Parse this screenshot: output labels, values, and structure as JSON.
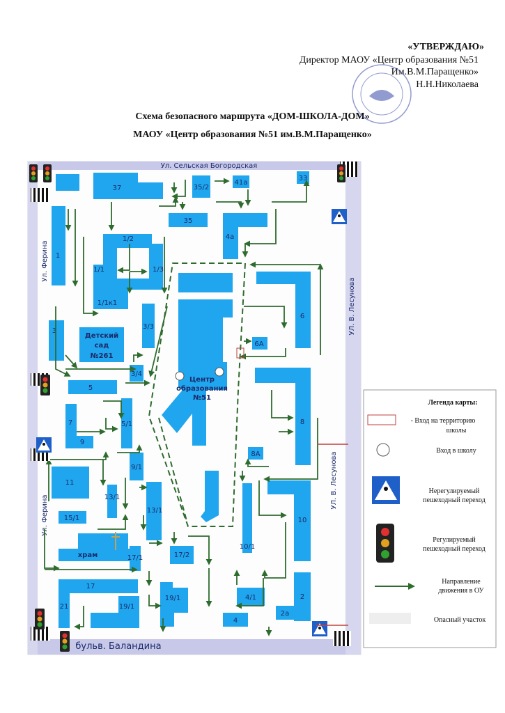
{
  "header": {
    "approve": "«УТВЕРЖДАЮ»",
    "director": "Директор МАОУ «Центр образования №51",
    "name_line": "Им.В.М.Паращенко»",
    "signer": "Н.Н.Николаева"
  },
  "title": {
    "line1": "Схема безопасного маршрута «ДОМ-ШКОЛА-ДОМ»",
    "line2": "МАОУ «Центр образования №51 им.В.М.Паращенко»"
  },
  "streets": {
    "top": "Ул. Сельская Богородская",
    "left_upper": "Ул. Ферина",
    "left_lower": "Ул. Ферина",
    "right_upper": "УЛ. В. Лесунова",
    "right_lower": "УЛ. В. Лесунова",
    "bottom": "бульв. Баландина"
  },
  "buildings": {
    "b37": "37",
    "b35_2": "35/2",
    "b41a": "41а",
    "b33": "33",
    "b35": "35",
    "b4a": "4а",
    "b1": "1",
    "b1_2": "1/2",
    "b1_1": "1/1",
    "b1_3": "1/3",
    "b1k1": "1/1к1",
    "b3_3": "3/3",
    "b3": "3",
    "kinder1": "Детский",
    "kinder2": "сад",
    "kinder3": "№261",
    "b6": "6",
    "b6a": "6А",
    "b3_4": "3/4",
    "b5": "5",
    "school1": "Центр",
    "school2": "образования",
    "school3": "№51",
    "b7": "7",
    "b5_1": "5/1",
    "b9": "9",
    "b8": "8",
    "b9_1": "9/1",
    "b8a": "8А",
    "b11": "11",
    "b13_1a": "13/1",
    "b13_1b": "13/1",
    "b15_1": "15/1",
    "b10": "10",
    "b10_1": "10/1",
    "church": "храм",
    "b17_1": "17/1",
    "b17_2": "17/2",
    "b17": "17",
    "b21": "21",
    "b19_1a": "19/1",
    "b19_1b": "19/1",
    "b4_1": "4/1",
    "b2": "2",
    "b4": "4",
    "b2a": "2а"
  },
  "legend": {
    "title": "Легенда карты:",
    "entrance_territory_1": "- Вход на территорию",
    "entrance_territory_2": "школы",
    "entrance_school": "Вход в школу",
    "unregulated_1": "Нерегулируемый",
    "unregulated_2": "пешеходный переход",
    "regulated_1": "Регулируемый",
    "regulated_2": "пешеходный переход",
    "direction_1": "Направление",
    "direction_2": "движения в ОУ",
    "danger": "Опасный участок"
  },
  "colors": {
    "building": "#1fa6ee",
    "route": "#2e6b2e",
    "road": "#c8c8e8",
    "entrance": "#c04040",
    "crossing_sign": "#1f5fc8"
  },
  "icons": [
    "traffic-light-icon",
    "pedestrian-crossing-icon",
    "cross-icon",
    "stamp-icon"
  ]
}
